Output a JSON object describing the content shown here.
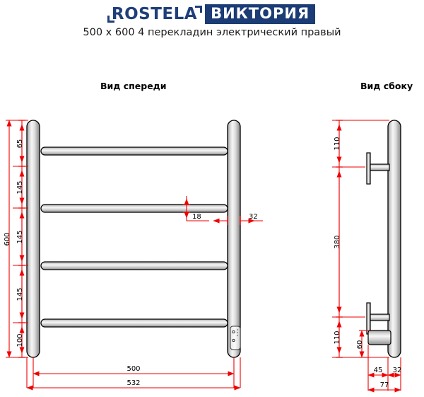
{
  "header": {
    "brand": "ROSTELA",
    "series": "ВИКТОРИЯ",
    "subtitle": "500 x 600 4 перекладин электрический правый",
    "brand_color": "#1f3f7a",
    "series_bg_color": "#1b3c74",
    "series_text_color": "#ffffff"
  },
  "views": {
    "front": {
      "caption": "Вид спереди"
    },
    "side": {
      "caption": "Вид сбоку"
    }
  },
  "style": {
    "dimension_color": "#ee0000",
    "outline_color": "#000000",
    "metal_light": "#f2f2f2",
    "metal_mid": "#c9c9c9",
    "metal_dark": "#8f8f8f"
  },
  "dimensions": {
    "front": {
      "vertical_overall": "600",
      "vertical_chain": [
        "65",
        "145",
        "145",
        "145",
        "100"
      ],
      "rung_thickness": "18",
      "post_width": "32",
      "horizontal_inner": "500",
      "horizontal_outer": "532"
    },
    "side": {
      "vertical_chain": [
        "110",
        "380",
        "110"
      ],
      "heater_height": "60",
      "bracket_depth": "45",
      "post_depth": "32",
      "depth_overall": "77"
    }
  },
  "product": {
    "rung_count": 4,
    "control_panel": {
      "name": "control-panel",
      "buttons": 2
    }
  }
}
